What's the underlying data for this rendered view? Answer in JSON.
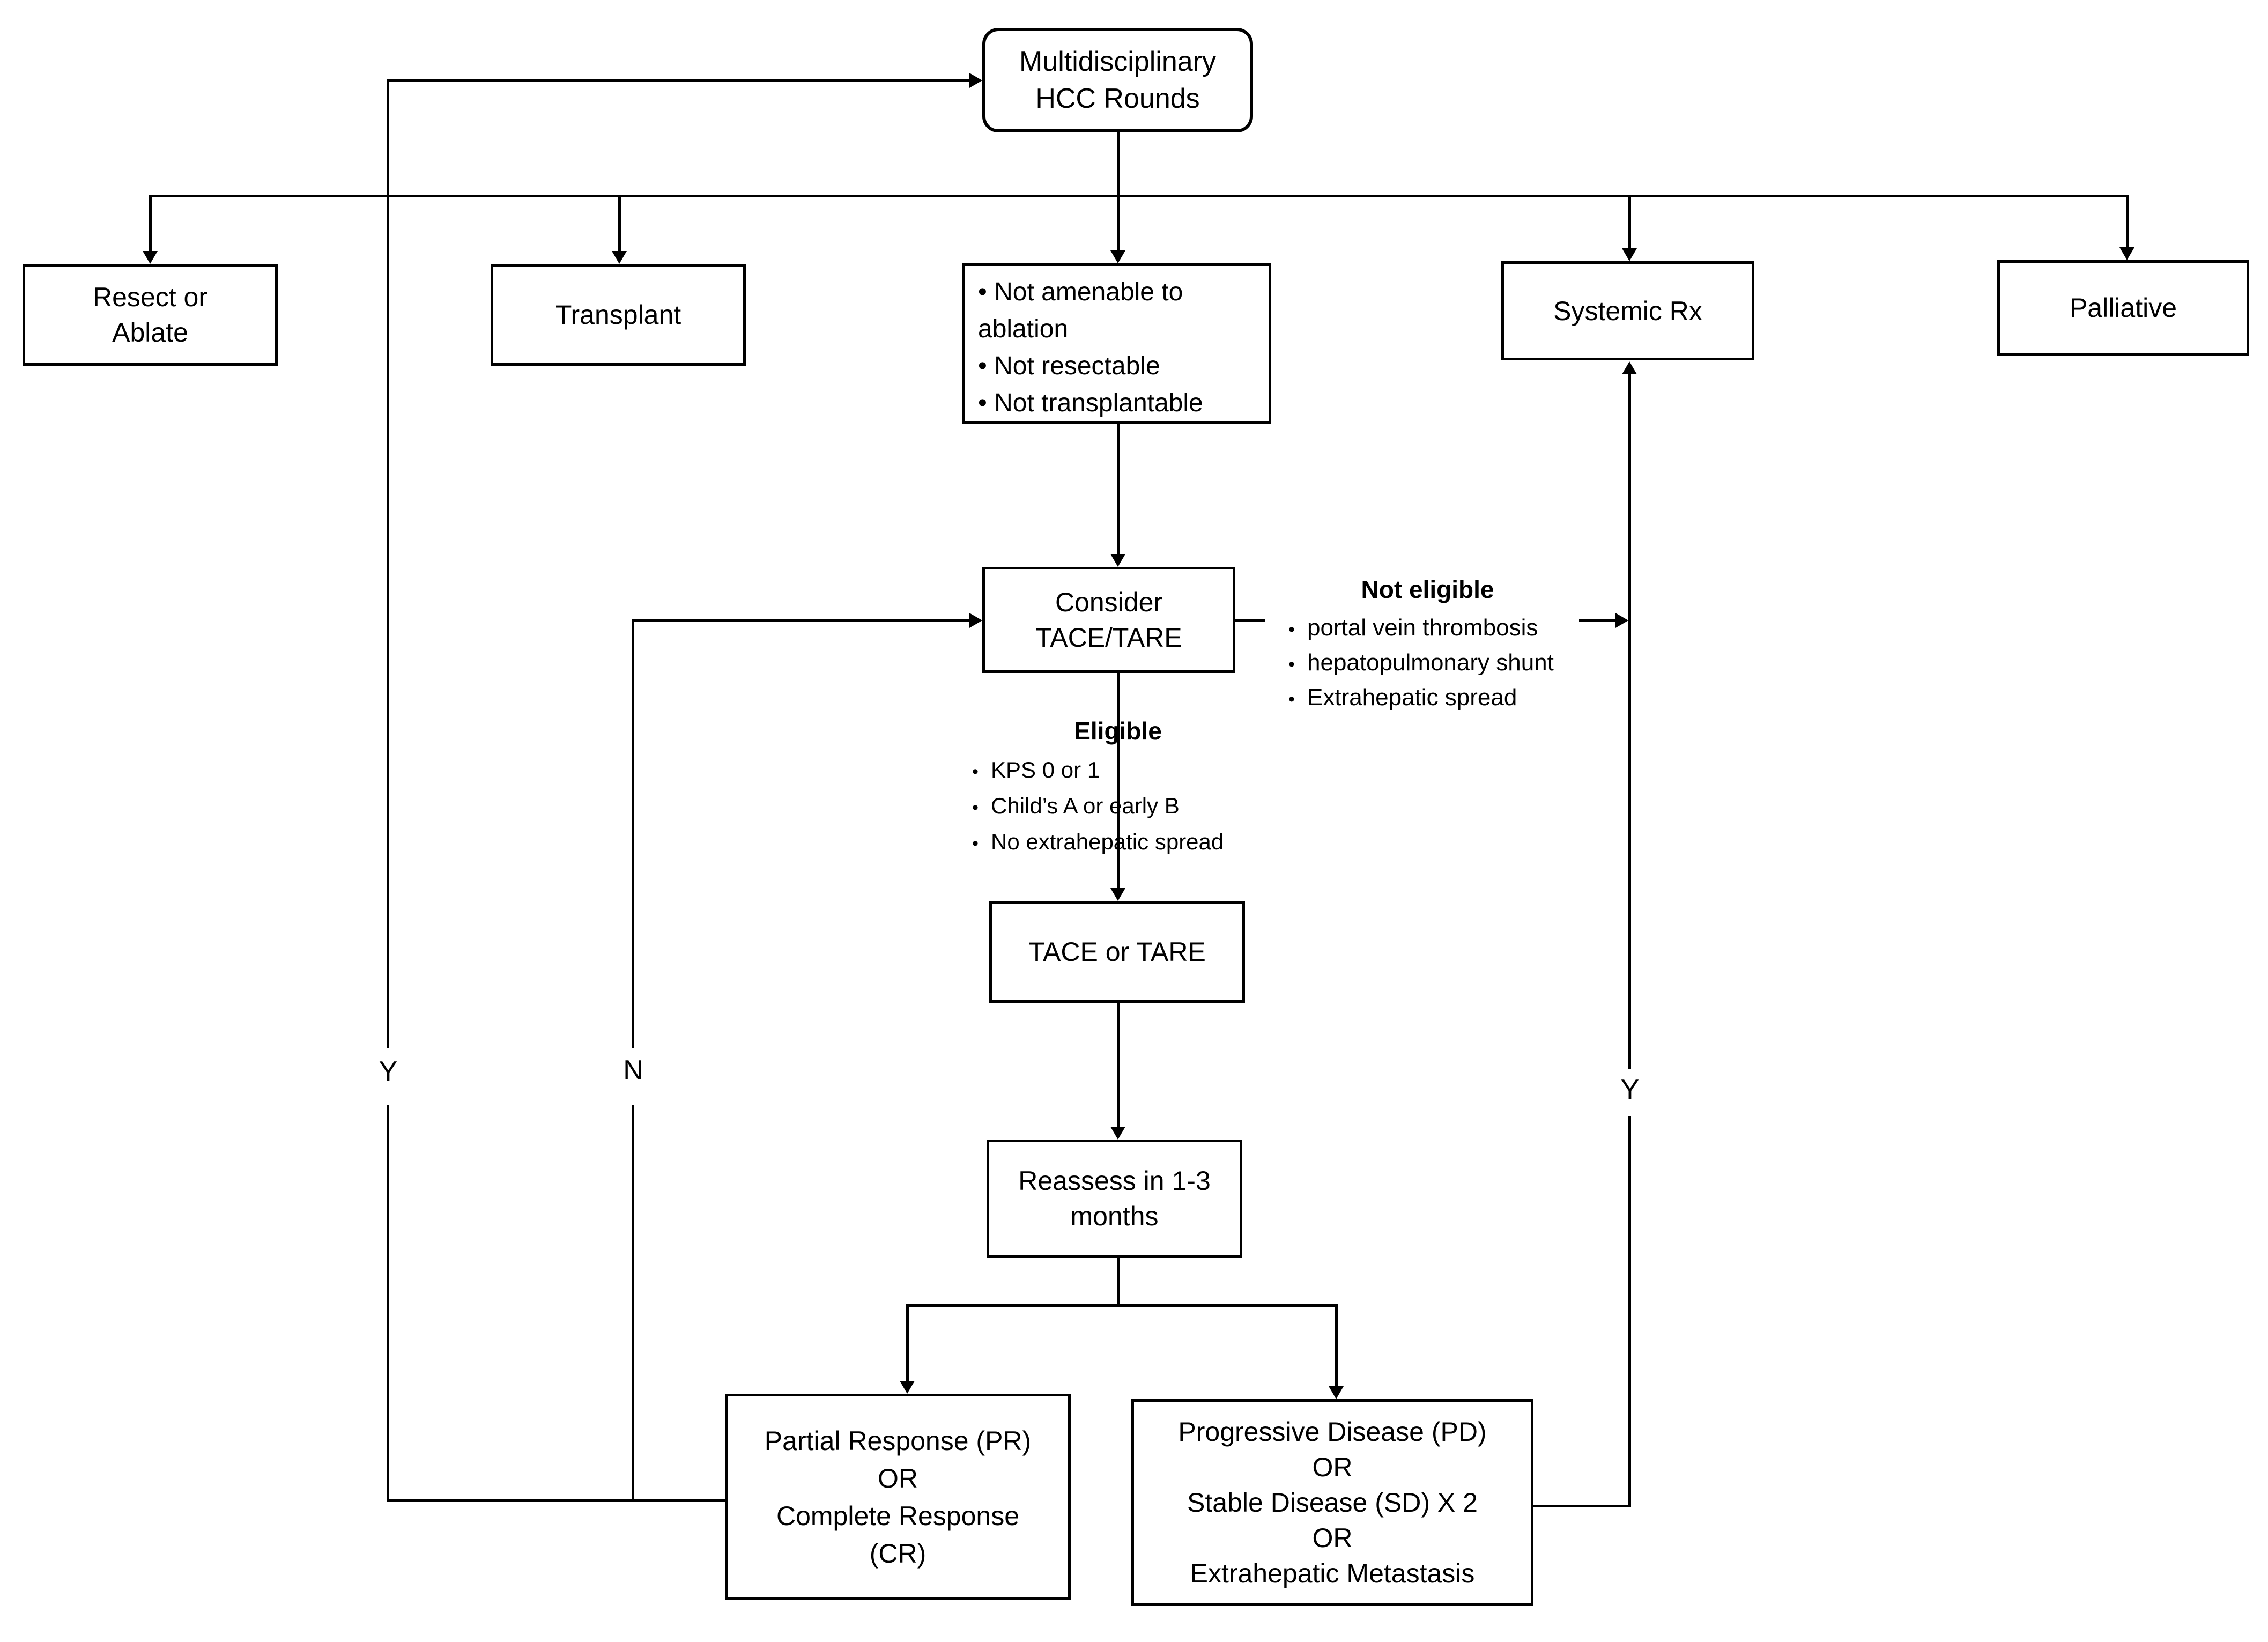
{
  "diagram": {
    "glyphs": {
      "bullet": "•"
    },
    "nodes": {
      "rounds": {
        "label": "Multidisciplinary\nHCC Rounds"
      },
      "resect": {
        "label": "Resect or\nAblate"
      },
      "transplant": {
        "label": "Transplant"
      },
      "criteria": {
        "label": "• Not amenable to\nablation\n• Not resectable\n• Not transplantable"
      },
      "systemic": {
        "label": "Systemic Rx"
      },
      "palliative": {
        "label": "Palliative"
      },
      "consider": {
        "label": "Consider\nTACE/TARE"
      },
      "tace": {
        "label": "TACE or TARE"
      },
      "reassess": {
        "label": "Reassess in 1-3\nmonths"
      },
      "pr": {
        "label": "Partial Response (PR)\nOR\nComplete Response\n(CR)"
      },
      "pd": {
        "label": "Progressive Disease (PD)\nOR\nStable Disease (SD) X 2\nOR\nExtrahepatic Metastasis"
      }
    },
    "annotations": {
      "not_eligible": {
        "heading": "Not eligible",
        "items": [
          "portal vein thrombosis",
          "hepatopulmonary  shunt",
          "Extrahepatic  spread"
        ]
      },
      "eligible": {
        "heading": "Eligible",
        "items": [
          "KPS 0 or 1",
          "Child’s A or early B",
          "No extrahepatic  spread"
        ]
      }
    },
    "edge_labels": {
      "yes_left": "Y",
      "no_mid": "N",
      "yes_right": "Y"
    },
    "colors": {
      "ink": "#000000",
      "background": "#ffffff"
    }
  }
}
